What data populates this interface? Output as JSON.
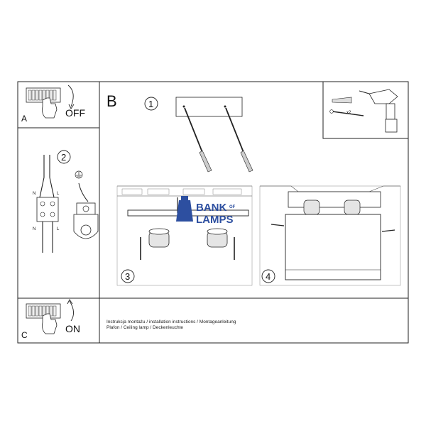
{
  "panels": {
    "a_letter": "A",
    "a_state": "OFF",
    "b_letter": "B",
    "c_letter": "C",
    "c_state": "ON"
  },
  "steps": {
    "s1": "1",
    "s2": "2",
    "s3": "3",
    "s4": "4"
  },
  "terminal_labels": {
    "n": "N",
    "l": "L"
  },
  "accessories": {
    "quantity": "x2"
  },
  "watermark": {
    "line1": "BANK",
    "of": "OF",
    "line2": "LAMPS",
    "color": "#2d4fa0"
  },
  "captions": {
    "line1": "Instrukcja montażu / installation instructions / Montageanleitung",
    "line2": "Plafon / Ceiling lamp / Deckenleuchte"
  }
}
